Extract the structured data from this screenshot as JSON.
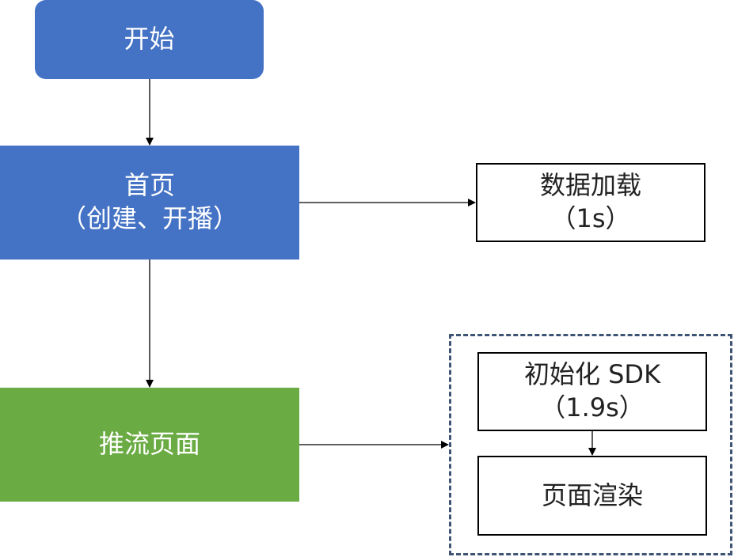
{
  "nodes": {
    "start": {
      "label": "开始"
    },
    "home": {
      "title": "首页",
      "subtitle": "（创建、开播）"
    },
    "data_load": {
      "title": "数据加载",
      "time": "（1s）"
    },
    "push_page": {
      "label": "推流页面"
    },
    "sdk_init": {
      "title": "初始化 SDK",
      "time": "（1.9s）"
    },
    "page_render": {
      "label": "页面渲染"
    }
  },
  "colors": {
    "blue_node": "#4472c4",
    "green_node": "#6aab44",
    "group_border": "#3e5475",
    "arrow": "#000000"
  }
}
